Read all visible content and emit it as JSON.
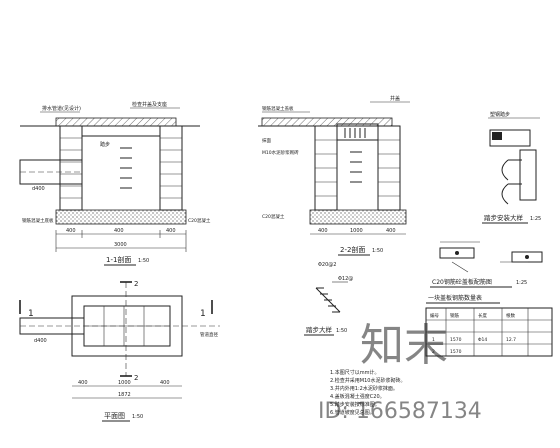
{
  "section_1_1": {
    "title": "1-1剖面",
    "scale": "1:50",
    "dim_bottom_left": "400",
    "dim_bottom_mid": "400",
    "dim_bottom_right": "400",
    "dim_total": "3000",
    "pipe_label": "d400",
    "note_top_left": "排水管道(见设计)",
    "note_top_right": "检查井盖及支座",
    "note_bottom_left": "钢筋混凝土底板",
    "note_bottom_right": "C20混凝土",
    "note_side": "踏步"
  },
  "section_2_2": {
    "title": "2-2剖面",
    "scale": "1:50",
    "note_top": "井盖",
    "note_top_left": "钢筋混凝土盖板",
    "note_left": "抹面",
    "note_mid": "M10水泥砂浆砌砖",
    "note_bottom_left": "C20混凝土",
    "dim_left": "400",
    "dim_mid": "1000",
    "dim_right": "400"
  },
  "ladder_install": {
    "title": "踏步安装大样",
    "scale": "1:25",
    "note_top": "塑钢踏步"
  },
  "plan": {
    "title": "平面图",
    "scale": "1:50",
    "pipe_label": "d400",
    "dim_a": "400",
    "dim_b": "1000",
    "dim_c": "400",
    "dim_total": "1872",
    "section_mark_1": "1",
    "section_mark_2": "2",
    "side_note": "管道直径"
  },
  "ladder_detail": {
    "title": "踏步大样",
    "scale": "1:50",
    "rebar_1": "Φ20@2",
    "rebar_2": "Φ12@"
  },
  "cover_detail": {
    "title": "C20钢筋砼盖板配筋图",
    "scale": "1:25"
  },
  "rebar_table": {
    "title": "一块盖板钢筋数量表",
    "headers": [
      "编号",
      "钢筋",
      "长度",
      "根数"
    ],
    "rows": [
      [
        "1",
        "1570",
        "Φ14",
        "12.7"
      ],
      [
        "2",
        "1570",
        "",
        ""
      ]
    ]
  },
  "notes": {
    "lines": [
      "1.本图尺寸以mm计。",
      "2.检查井采用M10水泥砂浆砌砖。",
      "3.井内外用1:2水泥砂浆抹面。",
      "4.盖板混凝土强度C20。",
      "5.踏步安装按标准图。",
      "6.管道坡度见总图。"
    ]
  },
  "watermark": {
    "text": "知末",
    "id": "ID: 166587134"
  }
}
